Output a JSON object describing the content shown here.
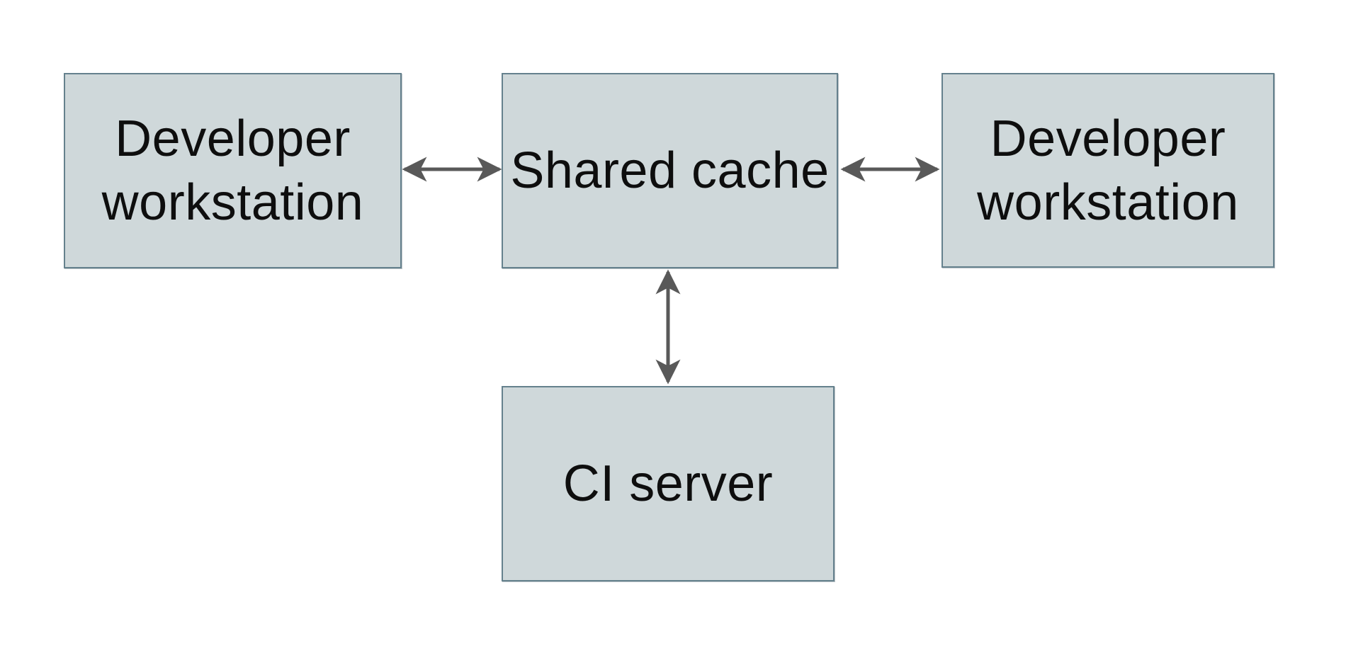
{
  "theme": {
    "box_fill": "#cfd8da",
    "box_border": "#65818d",
    "arrow_color": "#595959",
    "text_color": "#0e0e0e",
    "canvas_bg": "#ffffff"
  },
  "diagram": {
    "type": "architecture-diagram",
    "nodes": [
      {
        "id": "developer-workstation-left",
        "label": "Developer workstation"
      },
      {
        "id": "shared-cache",
        "label": "Shared cache"
      },
      {
        "id": "developer-workstation-right",
        "label": "Developer workstation"
      },
      {
        "id": "ci-server",
        "label": "CI server"
      }
    ],
    "edges": [
      {
        "from": "developer-workstation-left",
        "to": "shared-cache",
        "direction": "bidirectional",
        "orientation": "horizontal"
      },
      {
        "from": "shared-cache",
        "to": "developer-workstation-right",
        "direction": "bidirectional",
        "orientation": "horizontal"
      },
      {
        "from": "shared-cache",
        "to": "ci-server",
        "direction": "bidirectional",
        "orientation": "vertical"
      }
    ]
  }
}
